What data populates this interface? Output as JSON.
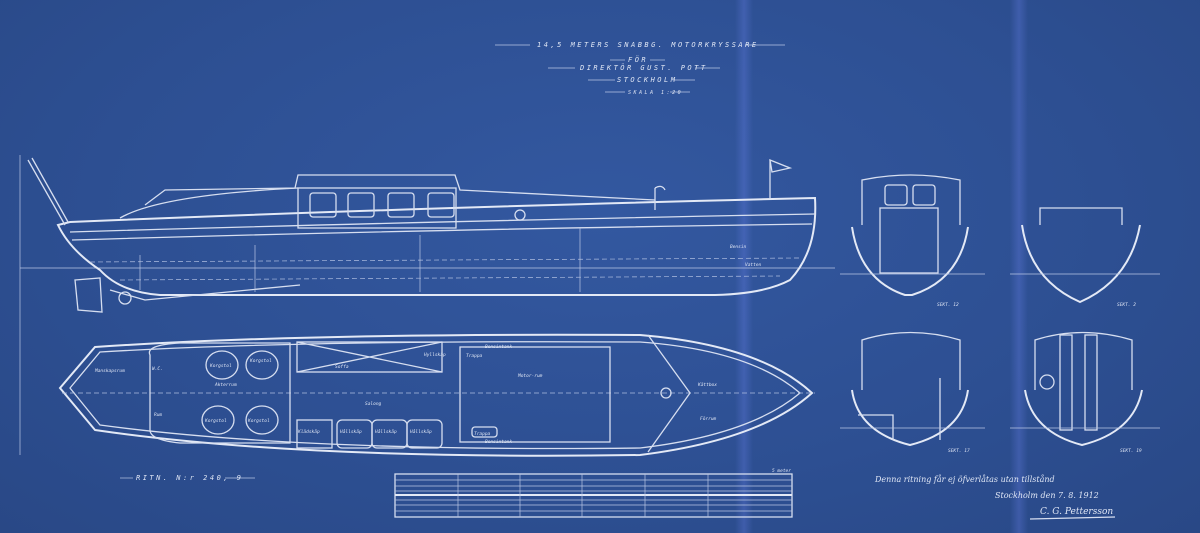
{
  "title_block": {
    "line1": "14,5 METERS SNABBG. MOTORKRYSSARE",
    "line2": "FÖR",
    "line3": "DIREKTÖR GUST. POTT",
    "line4": "STOCKHOLM",
    "line5": "SKALA 1:20"
  },
  "drawing_number": "RITN. N:r 240, 9",
  "plan_labels": {
    "aft_room": "Manskapsrum",
    "wc": "W.C.",
    "chair1": "Korgstol",
    "chair2": "Korgstol",
    "chair3": "Korgstol",
    "chair4": "Korgstol",
    "aft_cockpit": "Akterrum",
    "locker": "Rum",
    "sofa": "Soffa",
    "saloon": "Salong",
    "wardrobe": "Klädskåp",
    "lock1": "Hållskåp",
    "lock2": "Hållskåp",
    "lock3": "Hållskåp",
    "shelf": "Hyllskåp",
    "stair": "Trappa",
    "engine_room": "Motor-rum",
    "fuel_tank": "Bensintank",
    "fuel_tank2": "Bensintank",
    "stair2": "Trappa",
    "forepeak": "Kättbox",
    "fore": "Förrum",
    "tank_profile": "Bensin",
    "tank_profile2": "Vatten"
  },
  "sections": [
    "SEKT. 12",
    "SEKT. 2",
    "SEKT. 17",
    "SEKT. 19"
  ],
  "scale_bar": {
    "unit": "5 meter"
  },
  "note": {
    "line1": "Denna ritning får ej öfverlåtas utan tillstånd",
    "line2": "Stockholm den 7. 8. 1912",
    "signature": "C. G. Pettersson"
  },
  "colors": {
    "paper": "#2d4f92",
    "lines": "#d6def0"
  }
}
